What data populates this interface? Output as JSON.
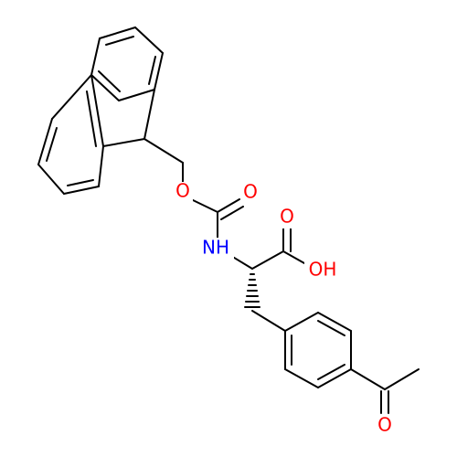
{
  "molecule": {
    "atom_labels": {
      "ester_oxygen": "O",
      "carbonyl_oxygen": "O",
      "amide_nitrogen": "NH",
      "acid_carbonyl_oxygen": "O",
      "acid_hydroxyl": "OH",
      "ketone_oxygen": "O"
    },
    "colors": {
      "bond": "#000000",
      "oxygen": "#ff0000",
      "nitrogen": "#0000ff",
      "background": "#ffffff"
    }
  }
}
